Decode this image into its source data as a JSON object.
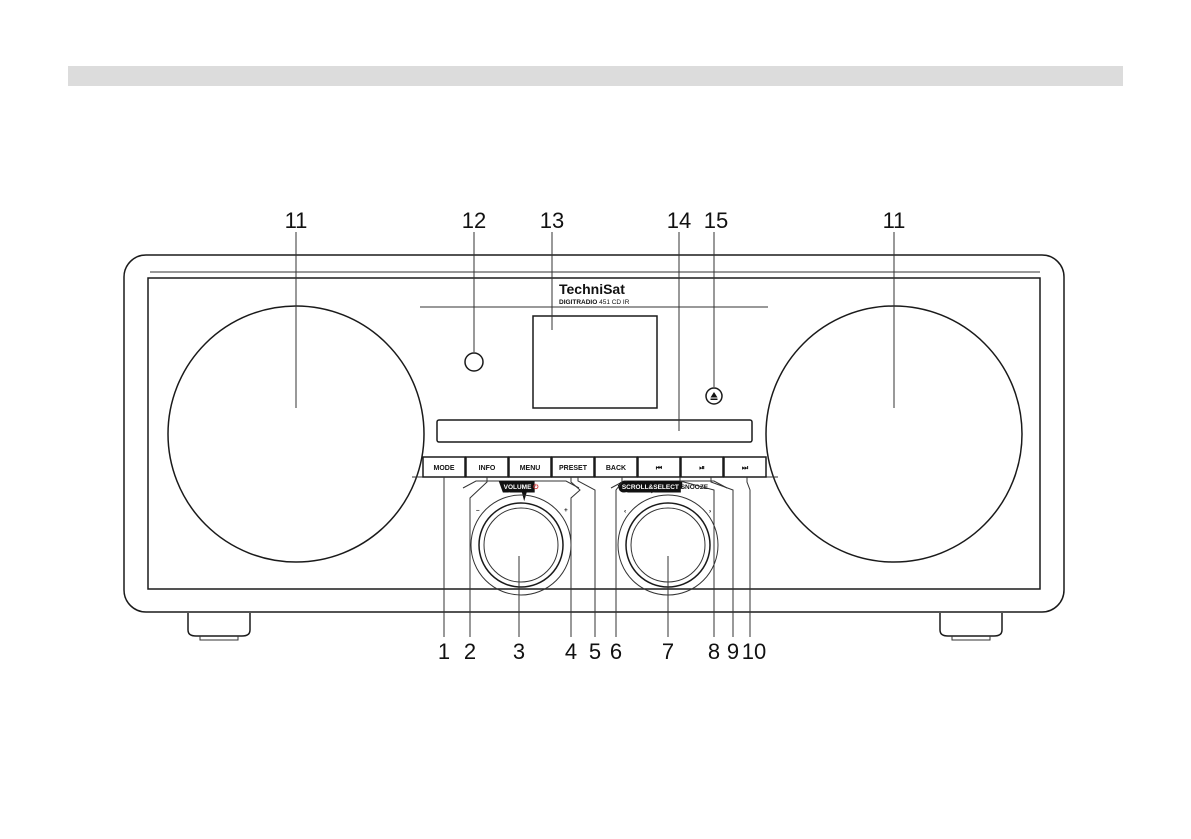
{
  "device": {
    "brand": "TechniSat",
    "model_bold": "DIGITRADIO",
    "model_rest": " 451 CD IR"
  },
  "buttons": [
    {
      "key": "mode",
      "label": "MODE"
    },
    {
      "key": "info",
      "label": "INFO"
    },
    {
      "key": "menu",
      "label": "MENU"
    },
    {
      "key": "preset",
      "label": "PRESET"
    },
    {
      "key": "back",
      "label": "BACK"
    },
    {
      "key": "prev",
      "label": "⏮"
    },
    {
      "key": "play",
      "label": "⏯"
    },
    {
      "key": "next",
      "label": "⏭"
    }
  ],
  "knobs": {
    "volume": {
      "label_main": "VOLUME",
      "label_sep": "/",
      "label_icon": "⏻",
      "minus": "–",
      "plus": "+"
    },
    "scroll": {
      "label_main": "SCROLL&SELECT",
      "label_rest": "/SNOOZE",
      "left_mark": "‹",
      "right_mark": "›"
    }
  },
  "callouts": {
    "top": [
      "11",
      "12",
      "13",
      "14",
      "15",
      "11"
    ],
    "bottom": [
      "1",
      "2",
      "3",
      "4",
      "5",
      "6",
      "7",
      "8",
      "9",
      "10"
    ]
  },
  "colors": {
    "line": "#1a1a1a",
    "header_bar": "#dcdcdc",
    "power_icon": "#d02020"
  }
}
